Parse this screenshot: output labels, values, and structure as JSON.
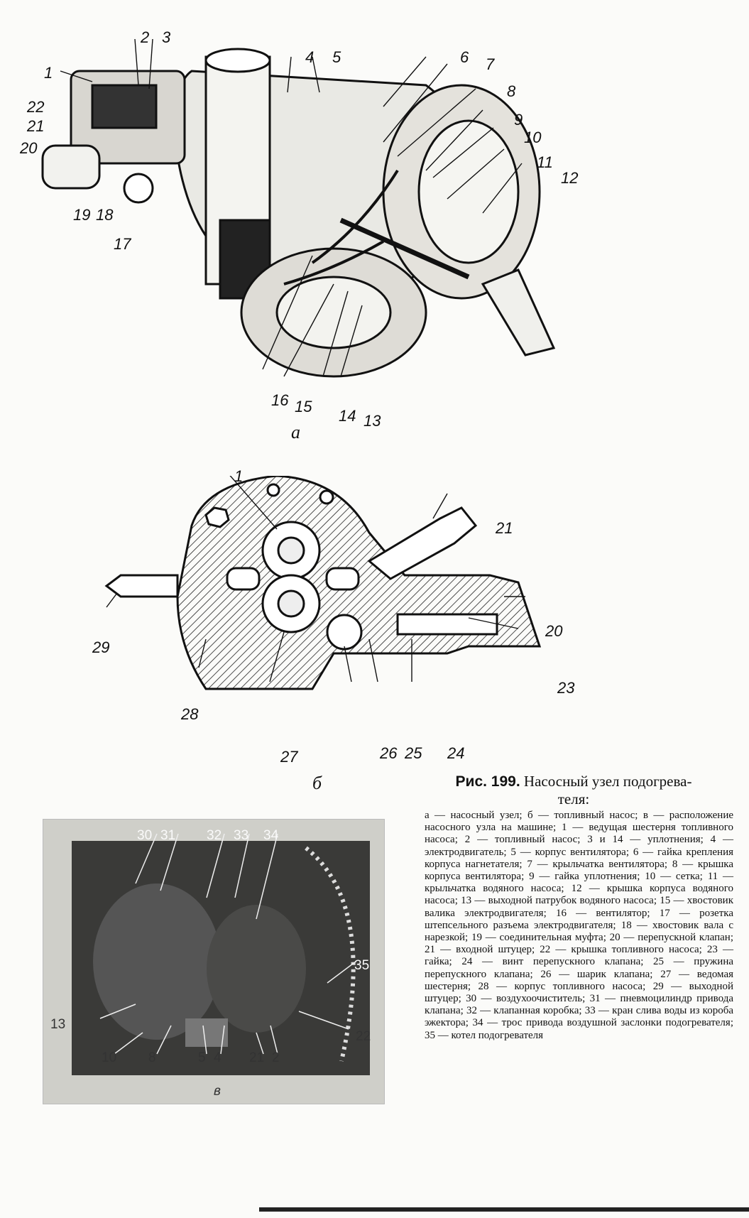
{
  "figure_a": {
    "label": "а",
    "callouts": [
      "1",
      "2",
      "3",
      "4",
      "5",
      "6",
      "7",
      "8",
      "9",
      "10",
      "11",
      "12",
      "13",
      "14",
      "15",
      "16",
      "17",
      "18",
      "19",
      "20",
      "21",
      "22"
    ]
  },
  "figure_b": {
    "label": "б",
    "callouts": [
      "1",
      "21",
      "29",
      "20",
      "23",
      "28",
      "27",
      "26",
      "25",
      "24"
    ]
  },
  "figure_c": {
    "label": "в",
    "callouts": [
      "30",
      "31",
      "32",
      "33",
      "34",
      "35",
      "13",
      "10",
      "8",
      "5",
      "4",
      "21",
      "2",
      "22"
    ]
  },
  "caption": {
    "prefix": "Рис. 199.",
    "title_line1": "Насосный узел подогрева-",
    "title_line2": "теля:",
    "legend": "а — насосный узел; б — топливный насос; в — расположение насосного узла на машине; 1 — ведущая шестерня топливного насоса; 2 — топливный насос; 3 и 14 — уплотнения; 4 — электродвигатель; 5 — корпус вентилятора; 6 — гайка крепления корпуса нагнетателя; 7 — крыльчатка вентилятора; 8 — крышка корпуса вентилятора; 9 — гайка уплотнения; 10 — сетка; 11 — крыльчатка водяного насоса; 12 — крышка корпуса водяного насоса; 13 — выходной патрубок водяного насоса; 15 — хвостовик валика электродвигателя; 16 — вентилятор; 17 — розетка штепсельного разъема электродвигателя; 18 — хвостовик вала с нарезкой; 19 — соединительная муфта; 20 — перепускной клапан; 21 — входной штуцер; 22 — крышка топливного насоса; 23 — гайка; 24 — винт перепускного клапана; 25 — пружина перепускного клапана; 26 — шарик клапана; 27 — ведомая шестерня; 28 — корпус топливного насоса; 29 — выходной штуцер; 30 — воздухоочиститель; 31 — пневмоцилиндр привода клапана; 32 — клапанная коробка; 33 — кран слива воды из короба эжектора; 34 — трос привода воздушной заслонки подогревателя; 35 — котел подогревателя"
  }
}
